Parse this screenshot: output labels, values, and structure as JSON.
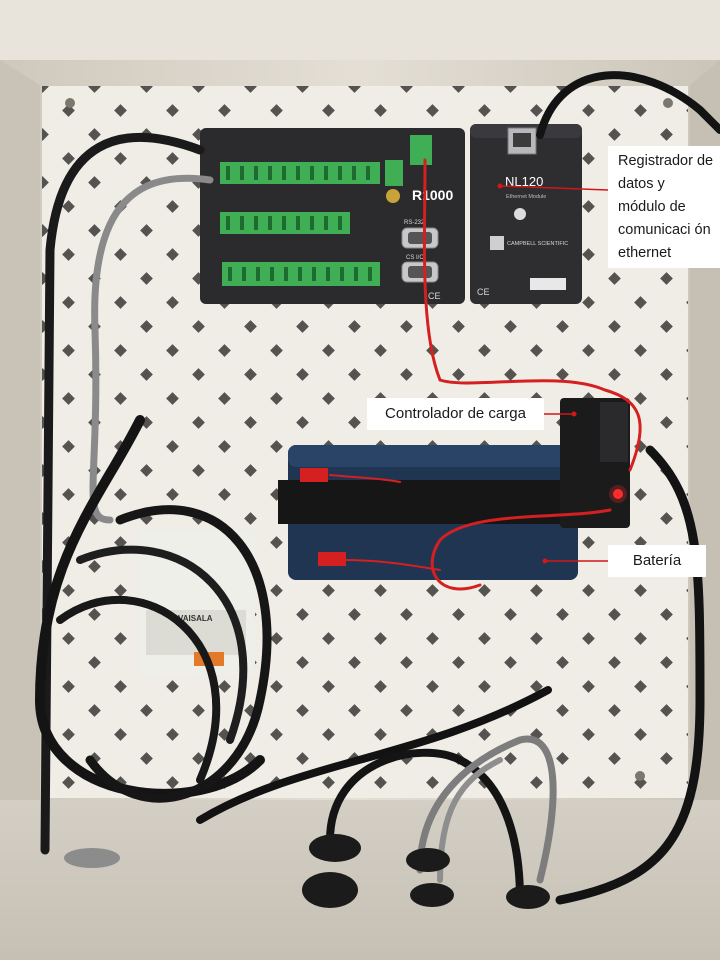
{
  "callouts": {
    "registrador": "Registrador de datos y módulo de comunicaci ón ethernet",
    "controlador": "Controlador de carga",
    "bateria": "Batería"
  },
  "device_labels": {
    "logger_model": "R1000",
    "comm_model": "NL120",
    "comm_subtitle": "Ethernet Module",
    "brand": "CAMPBELL SCIENTIFIC",
    "sensor_brand": "VAISALA",
    "port_rs232": "RS-232",
    "port_cs_io": "CS I/O",
    "ce_mark": "CE"
  },
  "colors": {
    "panel": "#f0ede6",
    "enclosure": "#ddd8ce",
    "logger_body": "#2b2b2d",
    "terminal_green": "#3fae54",
    "battery_blue": "#1f3552",
    "cable_black": "#131313",
    "wire_red": "#d42020",
    "led_red": "#ff2a2a",
    "pointer_red": "#d01818"
  }
}
